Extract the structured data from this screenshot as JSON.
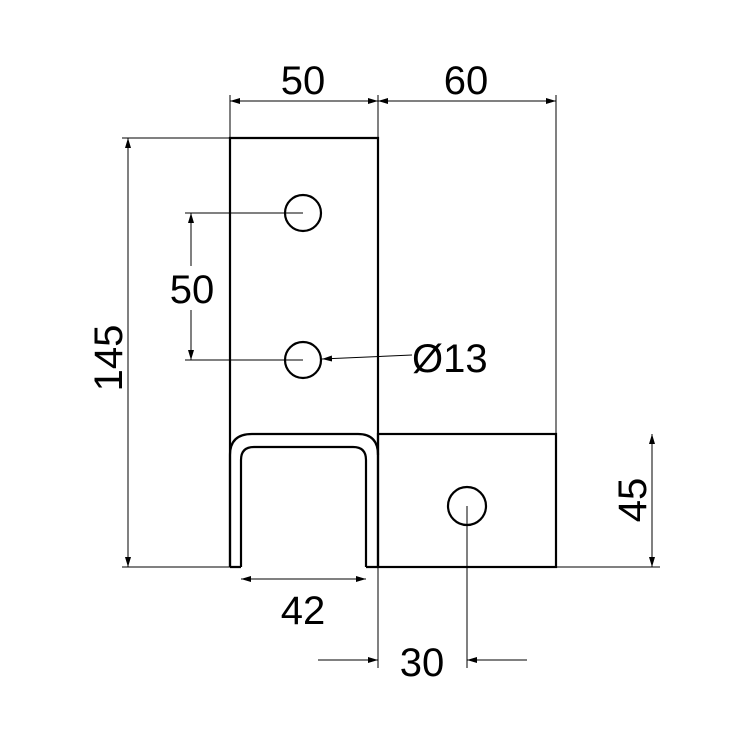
{
  "dimensions": {
    "top_left_width": "50",
    "top_right_width": "60",
    "total_height": "145",
    "hole_spacing": "50",
    "hole_diameter": "Ø13",
    "channel_width": "42",
    "hole_offset": "30",
    "right_plate_height": "45"
  }
}
